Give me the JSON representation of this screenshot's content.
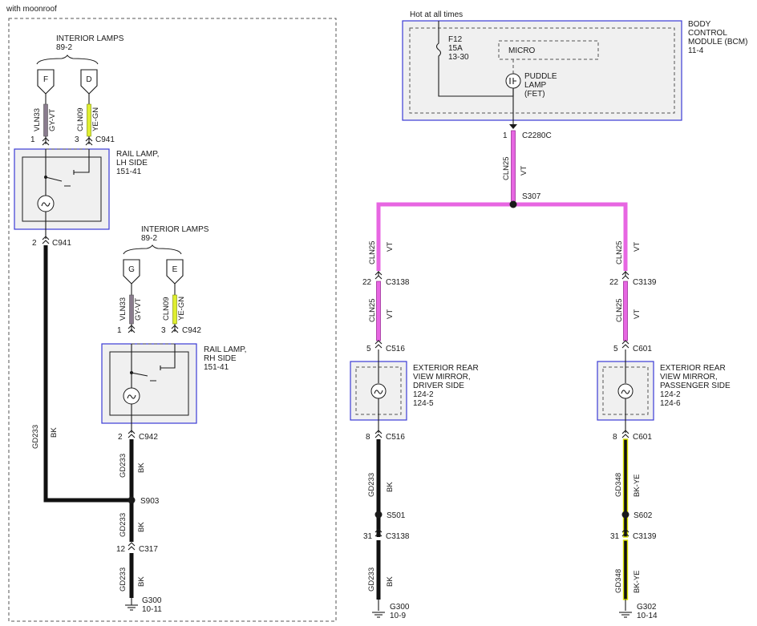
{
  "colors": {
    "wire_vt": "#e766e2",
    "wire_vt_core": "#9e2e9a",
    "wire_bk": "#111111",
    "wire_bk_ye_stripe": "#d8e000",
    "wire_gy_vt": "#8a7c8e",
    "wire_ye_gn": "#dfee30",
    "module_border": "#3b3bd6"
  },
  "left": {
    "frame_label": "with moonroof",
    "interior_lamps_1": {
      "title": "INTERIOR LAMPS",
      "ref": "89-2",
      "pin_a": "F",
      "pin_b": "D"
    },
    "wire_vln33_1": {
      "circuit": "VLN33",
      "color": "GY-VT",
      "pin": "1"
    },
    "wire_cln09_1": {
      "circuit": "CLN09",
      "color": "YE-GN",
      "pin": "3",
      "connector": "C941"
    },
    "rail_lamp_lh": {
      "line1": "RAIL LAMP,",
      "line2": "LH SIDE",
      "ref": "151-41"
    },
    "c941_bottom": {
      "pin": "2",
      "connector": "C941"
    },
    "interior_lamps_2": {
      "title": "INTERIOR LAMPS",
      "ref": "89-2",
      "pin_a": "G",
      "pin_b": "E"
    },
    "wire_vln33_2": {
      "circuit": "VLN33",
      "color": "GY-VT",
      "pin": "1"
    },
    "wire_cln09_2": {
      "circuit": "CLN09",
      "color": "YE-GN",
      "pin": "3",
      "connector": "C942"
    },
    "rail_lamp_rh": {
      "line1": "RAIL LAMP,",
      "line2": "RH SIDE",
      "ref": "151-41"
    },
    "wire_gd233_long": {
      "circuit": "GD233",
      "color": "BK"
    },
    "c942_bottom": {
      "pin": "2",
      "connector": "C942"
    },
    "wire_gd233_a": {
      "circuit": "GD233",
      "color": "BK"
    },
    "splice_s903": "S903",
    "wire_gd233_b": {
      "circuit": "GD233",
      "color": "BK"
    },
    "c317": {
      "pin": "12",
      "connector": "C317"
    },
    "wire_gd233_c": {
      "circuit": "GD233",
      "color": "BK"
    },
    "ground": {
      "name": "G300",
      "ref": "10-11"
    }
  },
  "right": {
    "hot_label": "Hot at all times",
    "bcm": {
      "line1": "BODY",
      "line2": "CONTROL",
      "line3": "MODULE (BCM)",
      "ref": "11-4"
    },
    "fuse": {
      "name": "F12",
      "rating": "15A",
      "ref": "13-30"
    },
    "micro": "MICRO",
    "puddle": {
      "line1": "PUDDLE",
      "line2": "LAMP",
      "line3": "(FET)"
    },
    "c2280c": {
      "pin": "1",
      "connector": "C2280C"
    },
    "wire_cln25_main": {
      "circuit": "CLN25",
      "color": "VT"
    },
    "splice_s307": "S307",
    "driver": {
      "wire_top": {
        "circuit": "CLN25",
        "color": "VT"
      },
      "c3138_top": {
        "pin": "22",
        "connector": "C3138"
      },
      "wire_mid": {
        "circuit": "CLN25",
        "color": "VT"
      },
      "c516_top": {
        "pin": "5",
        "connector": "C516"
      },
      "mirror": {
        "line1": "EXTERIOR REAR",
        "line2": "VIEW MIRROR,",
        "line3": "DRIVER SIDE",
        "ref1": "124-2",
        "ref2": "124-5"
      },
      "c516_bottom": {
        "pin": "8",
        "connector": "C516"
      },
      "wire_gnd1": {
        "circuit": "GD233",
        "color": "BK"
      },
      "splice": "S501",
      "c3138_bottom": {
        "pin": "31",
        "connector": "C3138"
      },
      "wire_gnd2": {
        "circuit": "GD233",
        "color": "BK"
      },
      "ground": {
        "name": "G300",
        "ref": "10-9"
      }
    },
    "passenger": {
      "wire_top": {
        "circuit": "CLN25",
        "color": "VT"
      },
      "c3139_top": {
        "pin": "22",
        "connector": "C3139"
      },
      "wire_mid": {
        "circuit": "CLN25",
        "color": "VT"
      },
      "c601_top": {
        "pin": "5",
        "connector": "C601"
      },
      "mirror": {
        "line1": "EXTERIOR REAR",
        "line2": "VIEW MIRROR,",
        "line3": "PASSENGER SIDE",
        "ref1": "124-2",
        "ref2": "124-6"
      },
      "c601_bottom": {
        "pin": "8",
        "connector": "C601"
      },
      "wire_gnd1": {
        "circuit": "GD348",
        "color": "BK-YE"
      },
      "splice": "S602",
      "c3139_bottom": {
        "pin": "31",
        "connector": "C3139"
      },
      "wire_gnd2": {
        "circuit": "GD348",
        "color": "BK-YE"
      },
      "ground": {
        "name": "G302",
        "ref": "10-14"
      }
    }
  }
}
